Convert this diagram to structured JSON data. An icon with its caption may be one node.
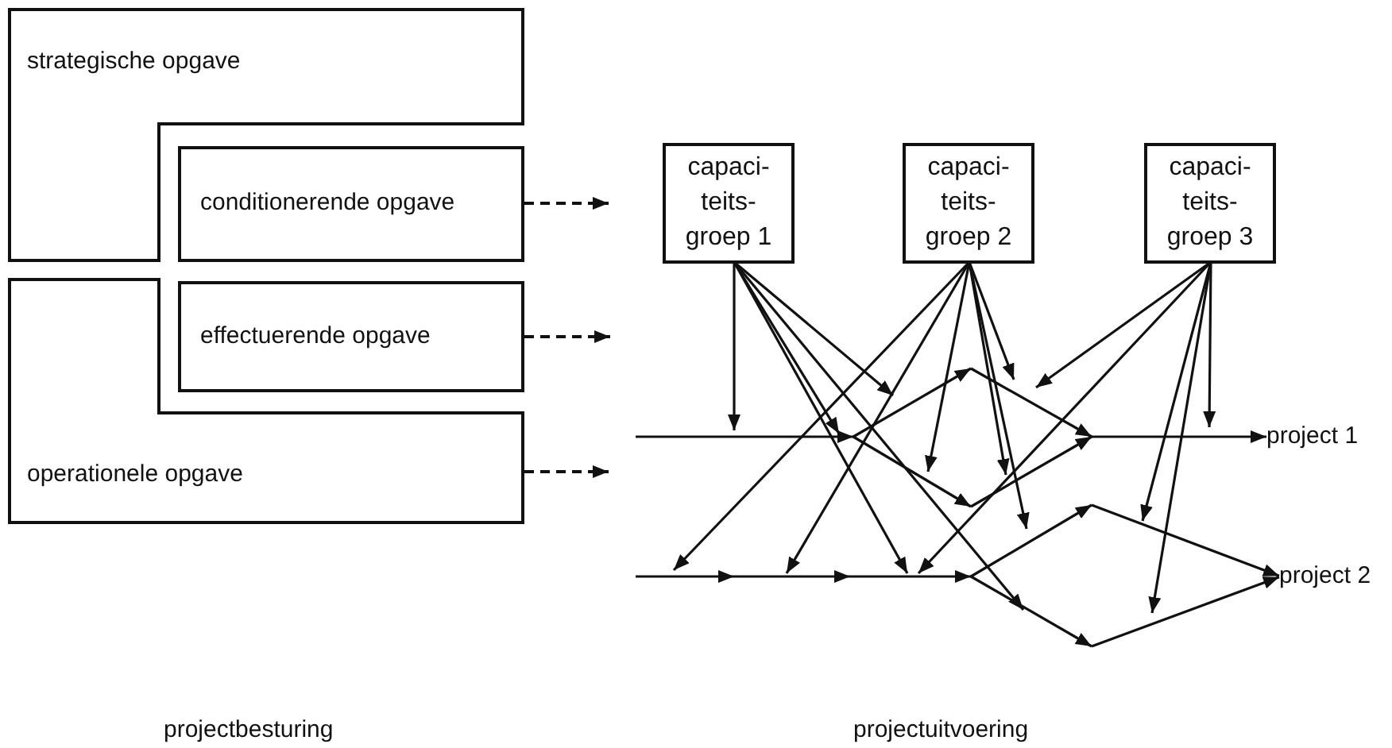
{
  "diagram": {
    "nodes": [
      {
        "text": [
          "strategische opgave"
        ]
      },
      {
        "text": [
          "conditionerende opgave"
        ]
      },
      {
        "text": [
          "effectuerende opgave"
        ]
      },
      {
        "text": [
          "operationele opgave"
        ]
      },
      {
        "text": [
          "capaci- teits- groep 1"
        ]
      },
      {
        "text": [
          "capaci- teits- groep 2"
        ]
      },
      {
        "text": [
          "capaci- teits- groep 3"
        ]
      },
      {
        "text": [
          "project 1"
        ]
      },
      {
        "text": [
          "project 2"
        ]
      }
    ],
    "edges": [
      {
        "from": 1,
        "to": null,
        "arrow": "to",
        "style": "dashed"
      },
      {
        "from": 2,
        "to": null,
        "arrow": "to",
        "style": "dashed"
      },
      {
        "from": 3,
        "to": null,
        "arrow": "to",
        "style": "dashed"
      },
      {
        "from": 4,
        "to": null,
        "arrow": "to"
      },
      {
        "from": 4,
        "to": null,
        "arrow": "to"
      },
      {
        "from": 4,
        "to": null,
        "arrow": "to"
      },
      {
        "from": 4,
        "to": null,
        "arrow": "to"
      },
      {
        "from": 4,
        "to": null,
        "arrow": "to"
      },
      {
        "from": 5,
        "to": null,
        "arrow": "to"
      },
      {
        "from": 5,
        "to": null,
        "arrow": "to"
      },
      {
        "from": 5,
        "to": null,
        "arrow": "to"
      },
      {
        "from": 5,
        "to": null,
        "arrow": "to"
      },
      {
        "from": 5,
        "to": null,
        "arrow": "to"
      },
      {
        "from": 5,
        "to": null,
        "arrow": "to"
      },
      {
        "from": 6,
        "to": null,
        "arrow": "to"
      },
      {
        "from": 6,
        "to": null,
        "arrow": "to"
      },
      {
        "from": 6,
        "to": null,
        "arrow": "to"
      },
      {
        "from": 6,
        "to": null,
        "arrow": "to"
      },
      {
        "from": 6,
        "to": null,
        "arrow": "to"
      },
      {
        "from": null,
        "to": 7,
        "arrow": "to"
      },
      {
        "from": null,
        "to": 8,
        "arrow": "to"
      }
    ],
    "labels": [
      "projectbesturing",
      "projectuitvoering"
    ]
  }
}
